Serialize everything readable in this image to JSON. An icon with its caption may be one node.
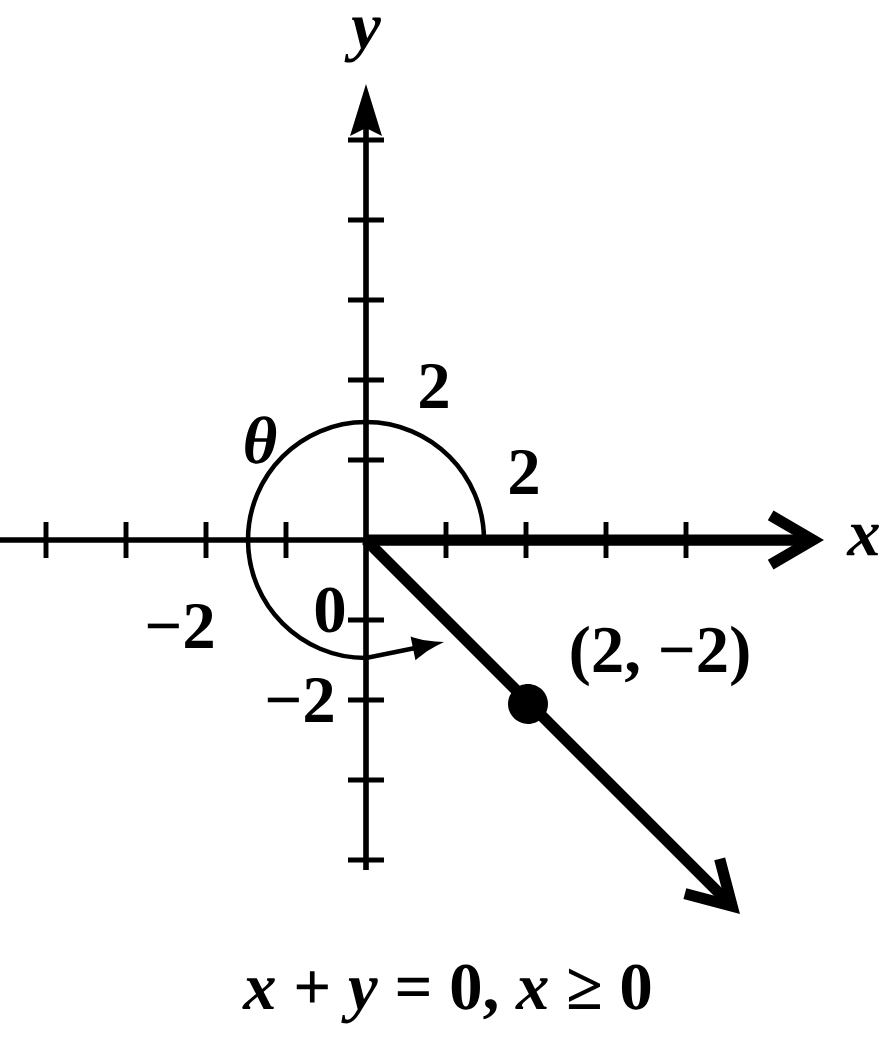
{
  "diagram": {
    "caption": "*x* + *y* = 0, *x* ≥ 0",
    "labels": [
      "y",
      "2",
      "θ",
      "2",
      "x",
      "−2",
      "0",
      "(2, −2)",
      "−2"
    ]
  }
}
